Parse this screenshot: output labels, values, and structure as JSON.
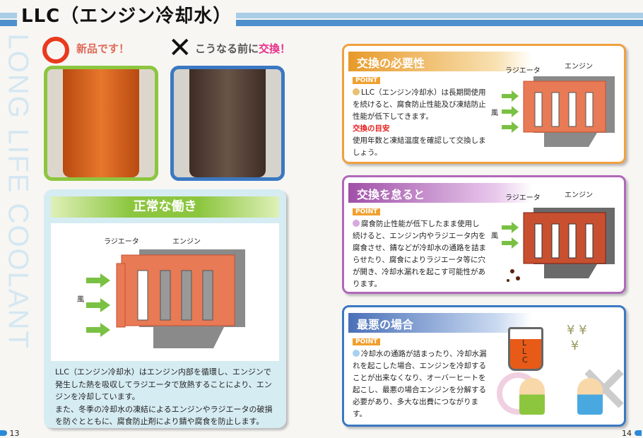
{
  "header": {
    "title": "LLC（エンジン冷却水）",
    "vertical_text": "LONG LIFE COOLANT"
  },
  "photos": [
    {
      "caption": "新品です！",
      "symbol": "○",
      "color": "#e6452c"
    },
    {
      "caption_prefix": "こうなる前に",
      "caption_highlight": "交換！",
      "symbol": "✕",
      "color": "#e8308a"
    }
  ],
  "normal": {
    "title": "正常な働き",
    "radiator": "ラジエータ",
    "engine": "エンジン",
    "wind": "風",
    "text": [
      "LLC（エンジン冷却水）はエンジン内部を循環し、エンジンで発生した熱を吸収してラジエータで放熱することにより、エンジンを冷却しています。",
      "また、冬季の冷却水の凍結によるエンジンやラジエータの破損を防ぐとともに、腐食防止剤により錆や腐食を防止します。"
    ]
  },
  "panels": [
    {
      "title": "交換の必要性",
      "point": "POINT",
      "text": "LLC（エンジン冷却水）は長期間使用を続けると、腐食防止性能及び凍結防止性能が低下してきます。",
      "subhead": "交換の目安",
      "subtext": "使用年数と凍結温度を確認して交換しましょう。",
      "radiator": "ラジエータ",
      "engine": "エンジン",
      "wind": "風"
    },
    {
      "title": "交換を怠ると",
      "point": "POINT",
      "text": "腐食防止性能が低下したまま使用し続けると、エンジン内やラジエータ内を腐食させ、錆などが冷却水の通路を詰まらせたり、腐食によりラジエータ等に穴が開き、冷却水漏れを起こす可能性があります。",
      "radiator": "ラジエータ",
      "engine": "エンジン",
      "wind": "風"
    },
    {
      "title": "最悪の場合",
      "point": "POINT",
      "text": "冷却水の通路が詰まったり、冷却水漏れを起こした場合、エンジンを冷却することが出来なくなり、オーバーヒートを起こし、最悪の場合エンジンを分解する必要があり、多大な出費につながります。",
      "jug_label": "LLC"
    }
  ],
  "pages": {
    "left": "13",
    "right": "14"
  }
}
